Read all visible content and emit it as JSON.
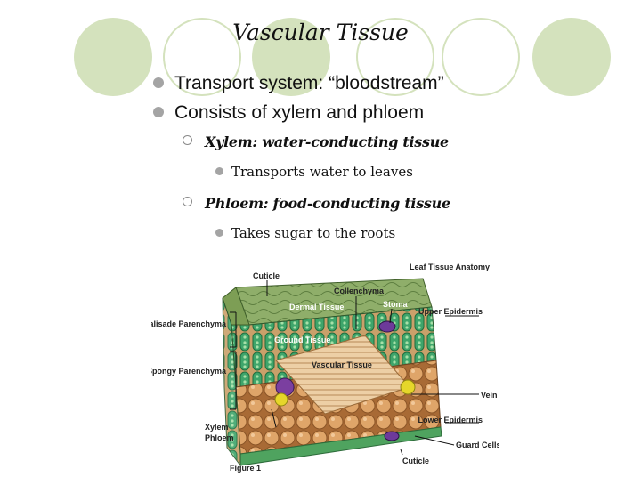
{
  "slide": {
    "title": "Vascular Tissue",
    "bullets": [
      "Transport system: “bloodstream”",
      "Consists of xylem and phloem"
    ],
    "sub_bullets": [
      {
        "heading": "Xylem: water-conducting tissue",
        "detail": "Transports water to leaves"
      },
      {
        "heading": "Phloem: food-conducting tissue",
        "detail": "Takes sugar to the roots"
      }
    ]
  },
  "figure": {
    "title": "Leaf Tissue Anatomy",
    "caption": "Figure 1",
    "labels": {
      "cuticle_top": "Cuticle",
      "collenchyma": "Collenchyma",
      "dermal_tissue": "Dermal Tissue",
      "stoma": "Stoma",
      "upper_epidermis": "Upper Epidermis",
      "palisade": "Palisade Parenchyma",
      "ground_tissue": "Ground Tissue",
      "vascular_tissue": "Vascular Tissue",
      "spongy": "Spongy Parenchyma",
      "vein": "Vein",
      "lower_epidermis": "Lower Epidermis",
      "xylem": "Xylem",
      "phloem": "Phloem",
      "guard_cells": "Guard Cells",
      "cuticle_bottom": "Cuticle"
    },
    "colors": {
      "epidermis": "#7aa85e",
      "cell_green": "#3fa56b",
      "cell_tan": "#d9a36b",
      "vein": "#e8c9a0",
      "xylem": "#7b3fa0",
      "phloem": "#e6d62a"
    }
  }
}
